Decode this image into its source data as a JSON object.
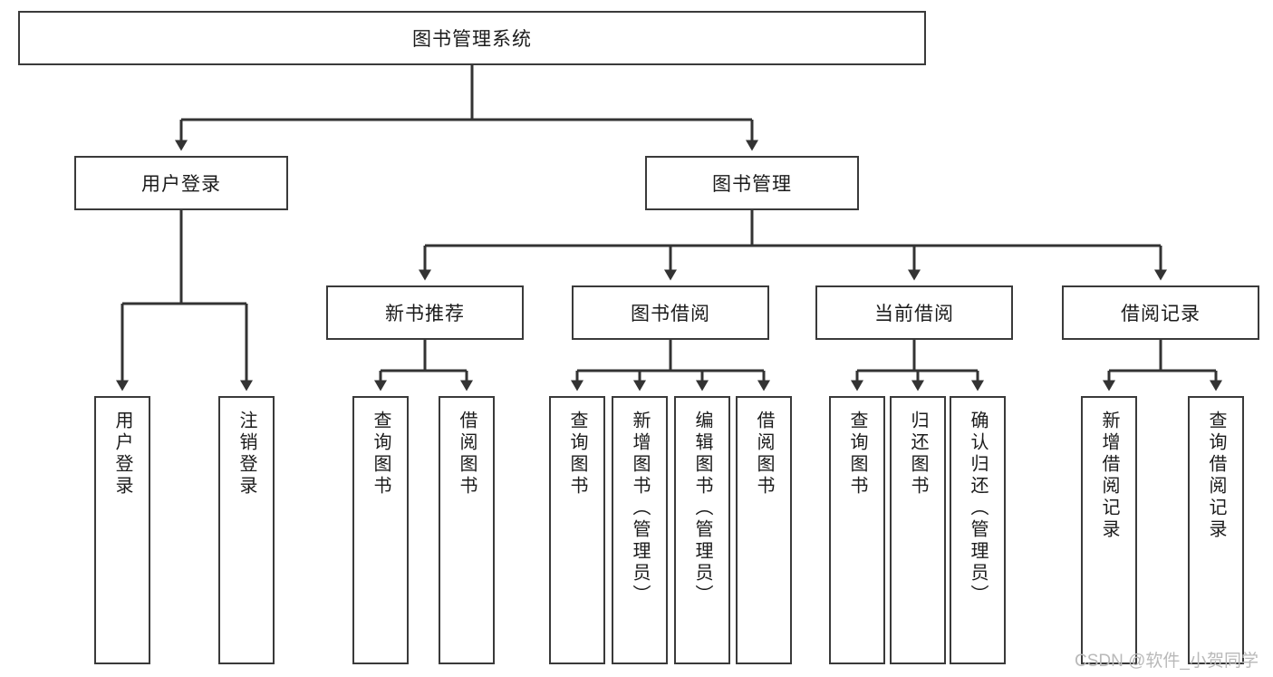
{
  "diagram": {
    "title": "图书管理系统",
    "type": "hierarchy-tree",
    "watermark": "CSDN @软件_小贺同学",
    "colors": {
      "background": "#ffffff",
      "node_border": "#3a3a3a",
      "node_fill": "#ffffff",
      "edge": "#333333",
      "text": "#1b1b1b",
      "watermark": "#b9b9b9"
    },
    "levels": {
      "root": {
        "label": "图书管理系统"
      },
      "level2": [
        {
          "label": "用户登录"
        },
        {
          "label": "图书管理"
        }
      ],
      "level3": [
        {
          "label": "新书推荐"
        },
        {
          "label": "图书借阅"
        },
        {
          "label": "当前借阅"
        },
        {
          "label": "借阅记录"
        }
      ],
      "leaves": {
        "user_login": [
          {
            "label": "用户登录"
          },
          {
            "label": "注销登录"
          }
        ],
        "new_book_recommend": [
          {
            "label": "查询图书"
          },
          {
            "label": "借阅图书"
          }
        ],
        "book_borrow": [
          {
            "label": "查询图书"
          },
          {
            "label": "新增图书（管理员）"
          },
          {
            "label": "编辑图书（管理员）"
          },
          {
            "label": "借阅图书"
          }
        ],
        "current_borrow": [
          {
            "label": "查询图书"
          },
          {
            "label": "归还图书"
          },
          {
            "label": "确认归还（管理员）"
          }
        ],
        "borrow_record": [
          {
            "label": "新增借阅记录"
          },
          {
            "label": "查询借阅记录"
          }
        ]
      }
    }
  }
}
